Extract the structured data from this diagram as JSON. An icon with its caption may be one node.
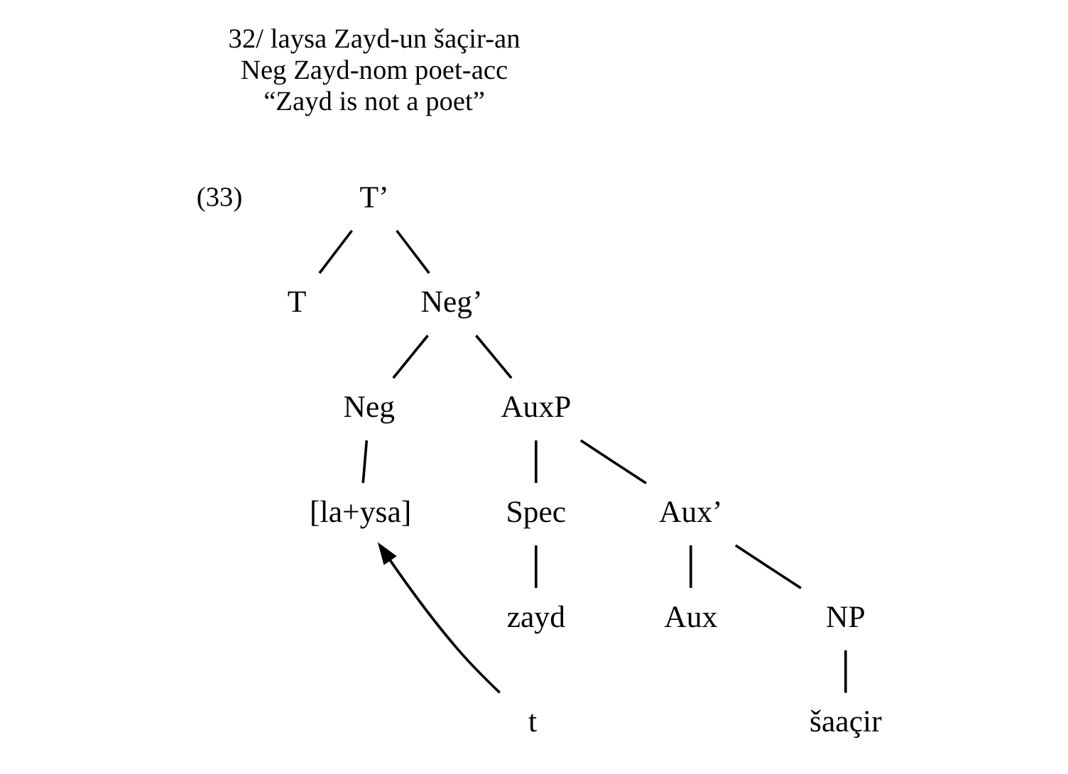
{
  "diagram": {
    "nodes": [
      {
        "text": [
          "T’"
        ]
      },
      {
        "text": [
          "T"
        ]
      },
      {
        "text": [
          "Neg’"
        ]
      },
      {
        "text": [
          "Neg"
        ]
      },
      {
        "text": [
          "AuxP"
        ]
      },
      {
        "text": [
          "[la+ysa]"
        ]
      },
      {
        "text": [
          "Spec"
        ]
      },
      {
        "text": [
          "Aux’"
        ]
      },
      {
        "text": [
          "zayd"
        ]
      },
      {
        "text": [
          "Aux"
        ]
      },
      {
        "text": [
          "NP"
        ]
      },
      {
        "text": [
          "t"
        ]
      },
      {
        "text": [
          "šaaçir"
        ]
      }
    ],
    "edges": [
      {
        "from": 0,
        "to": 1,
        "arrow": "none"
      },
      {
        "from": 0,
        "to": 2,
        "arrow": "none"
      },
      {
        "from": 2,
        "to": 3,
        "arrow": "none"
      },
      {
        "from": 2,
        "to": 4,
        "arrow": "none"
      },
      {
        "from": 3,
        "to": 5,
        "arrow": "none"
      },
      {
        "from": 4,
        "to": 6,
        "arrow": "none"
      },
      {
        "from": 4,
        "to": 7,
        "arrow": "none"
      },
      {
        "from": 6,
        "to": 8,
        "arrow": "none"
      },
      {
        "from": 7,
        "to": 9,
        "arrow": "none"
      },
      {
        "from": 7,
        "to": 10,
        "arrow": "none"
      },
      {
        "from": 10,
        "to": 12,
        "arrow": "none"
      },
      {
        "from": 11,
        "to": 5,
        "arrow": "to"
      }
    ],
    "labels": [
      "32/ laysa Zayd-un šaçir-an",
      "Neg Zayd-nom poet-acc",
      "“Zayd is not a poet”",
      "(33)"
    ]
  }
}
